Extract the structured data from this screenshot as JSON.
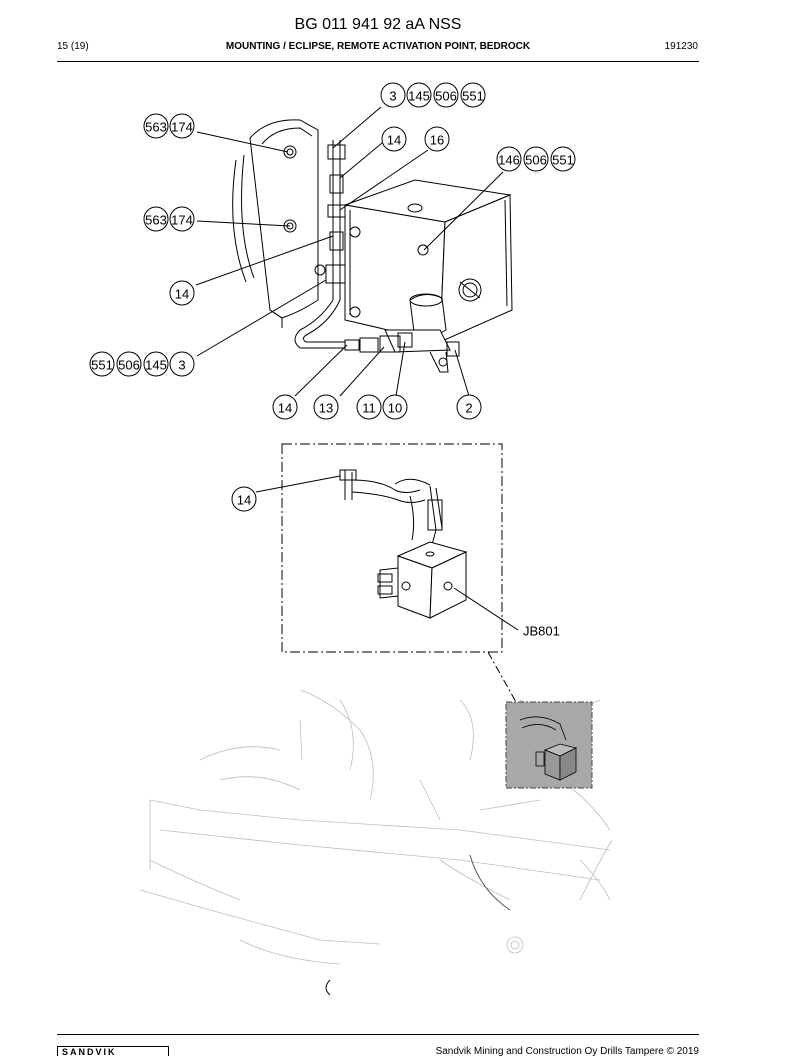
{
  "header": {
    "title": "BG 011 941 92 aA NSS",
    "page": "15 (19)",
    "subtitle": "MOUNTING / ECLIPSE, REMOTE ACTIVATION POINT, BEDROCK",
    "date": "191230"
  },
  "callouts": {
    "c_3a": "3",
    "c_145a": "145",
    "c_506a": "506",
    "c_551a": "551",
    "c_563a": "563",
    "c_174a": "174",
    "c_14a": "14",
    "c_16": "16",
    "c_146": "146",
    "c_506b": "506",
    "c_551b": "551",
    "c_563b": "563",
    "c_174b": "174",
    "c_14b": "14",
    "c_551c": "551",
    "c_506c": "506",
    "c_145c": "145",
    "c_3c": "3",
    "c_14c": "14",
    "c_13": "13",
    "c_11": "11",
    "c_10": "10",
    "c_2": "2",
    "c_14d": "14",
    "jb801": "JB801"
  },
  "footer": {
    "logo": "SANDVIK",
    "copyright": "Sandvik Mining and Construction Oy Drills Tampere © 2019"
  }
}
